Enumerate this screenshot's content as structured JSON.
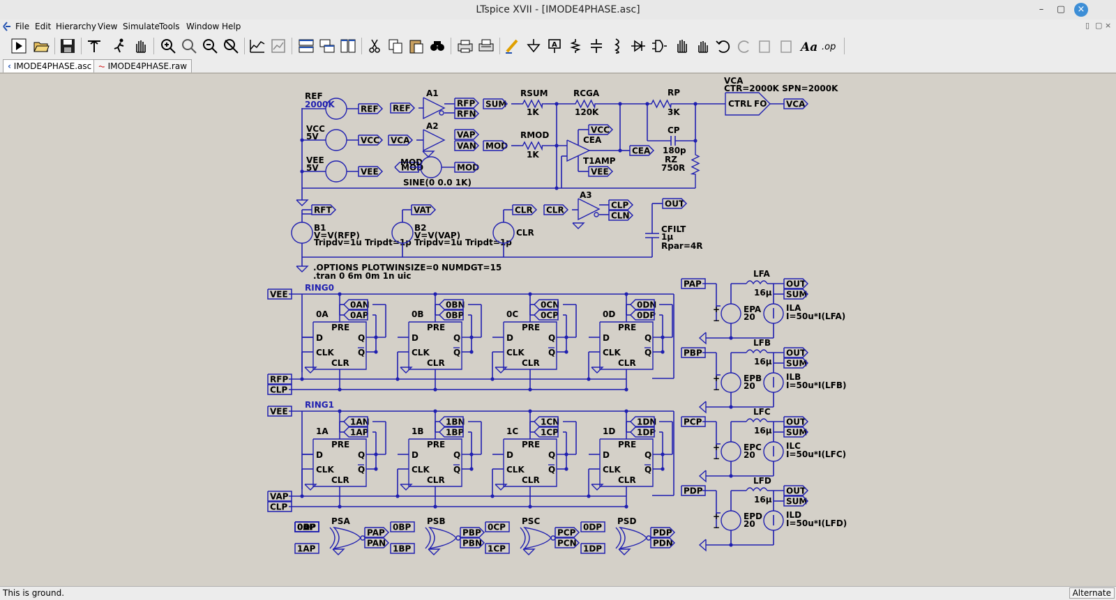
{
  "window": {
    "title": "LTspice XVII - [IMODE4PHASE.asc]",
    "minimize": "–",
    "maximize": "▢",
    "close": "×"
  },
  "menu": {
    "items": [
      "File",
      "Edit",
      "Hierarchy",
      "View",
      "Simulate",
      "Tools",
      "Window",
      "Help"
    ],
    "mdi_buttons": [
      "▯",
      "▢",
      "×"
    ]
  },
  "toolbar": {
    "buttons": [
      "run-icon",
      "open-icon",
      "save-icon",
      "control-panel-icon",
      "run-walker-icon",
      "pan-icon",
      "zoom-in-icon",
      "zoom-fit-icon",
      "zoom-out-icon",
      "zoom-cancel-icon",
      "plot-icon",
      "plot-edit-icon",
      "tile-horizontal-icon",
      "cascade-icon",
      "tile-icon",
      "cut-icon",
      "copy-icon",
      "paste-icon",
      "find-icon",
      "print-icon",
      "print-setup-icon",
      "draw-wire-icon",
      "ground-icon",
      "label-net-icon",
      "resistor-icon",
      "capacitor-icon",
      "inductor-icon",
      "diode-icon",
      "component-icon",
      "move-icon",
      "drag-icon",
      "undo-icon",
      "redo-icon",
      "rotate-icon",
      "mirror-icon",
      "text-icon",
      "spice-directive-icon"
    ]
  },
  "tabs": [
    {
      "label": "IMODE4PHASE.asc",
      "active": true,
      "icon": "schematic-icon"
    },
    {
      "label": "IMODE4PHASE.raw",
      "active": false,
      "icon": "waveform-icon"
    }
  ],
  "status": {
    "message": "This is ground.",
    "mode": "Alternate"
  },
  "schematic": {
    "sources": {
      "ref_name": "REF",
      "ref_value": "2000K",
      "vcc_name": "VCC",
      "vcc_value": "5V",
      "vee_name": "VEE",
      "vee_value": "5V",
      "mod_name": "MOD",
      "mod_value": "SINE(0 0.0 1K)",
      "b1_name": "B1",
      "b1_expr": "V=V(RFP)",
      "b1_trip": "Tripdv=1u Tripdt=1p",
      "b2_name": "B2",
      "b2_expr": "V=V(VAP)",
      "b2_trip": "Tripdv=1u Tripdt=1p",
      "clr_name": "CLR"
    },
    "parts": {
      "a1": "A1",
      "a2": "A2",
      "a3": "A3",
      "rsum_name": "RSUM",
      "rsum_value": "1K",
      "rmod_name": "RMOD",
      "rmod_value": "1K",
      "rcga_name": "RCGA",
      "rcga_value": "120K",
      "rp_name": "RP",
      "rp_value": "3K",
      "cp_name": "CP",
      "cp_value": "180p",
      "rz_name": "RZ",
      "rz_value": "750R",
      "cea_name": "CEA",
      "t1amp": "T1AMP",
      "vca_name": "VCA",
      "vca_params": "CTR=2000K SPN=2000K",
      "vca_ctrl": "CTRL",
      "vca_fo": "FO",
      "cfilt_name": "CFILT",
      "cfilt_value": "1µ",
      "cfilt_rpar": "Rpar=4R"
    },
    "directives": {
      "options": ".OPTIONS PLOTWINSIZE=0 NUMDGT=15",
      "tran": ".tran 0 6m 0m 1n uic"
    },
    "ring_labels": [
      "RING0",
      "RING1"
    ],
    "ff_names": [
      [
        "0A",
        "0B",
        "0C",
        "0D"
      ],
      [
        "1A",
        "1B",
        "1C",
        "1D"
      ]
    ],
    "ff_pins": {
      "pre": "PRE",
      "d": "D",
      "q": "Q",
      "clk": "CLK",
      "qbar": "Q",
      "clr": "CLR"
    },
    "ring_out_labels": [
      [
        "0AN",
        "0AP",
        "0BN",
        "0BP",
        "0CN",
        "0CP",
        "0DN",
        "0DP"
      ],
      [
        "1AN",
        "1AP",
        "1BN",
        "1BP",
        "1CN",
        "1CP",
        "1DN",
        "1DP"
      ]
    ],
    "ring_in_labels": [
      [
        "VEE",
        "RFP",
        "CLP"
      ],
      [
        "VEE",
        "VAP",
        "CLP"
      ]
    ],
    "xor": [
      {
        "name": "PSA",
        "in1": "0AP",
        "in2": "1AP",
        "out1": "PAP",
        "out2": "PAN"
      },
      {
        "name": "PSB",
        "in1": "0BP",
        "in2": "1BP",
        "out1": "PBP",
        "out2": "PBN"
      },
      {
        "name": "PSC",
        "in1": "0CP",
        "in2": "1CP",
        "out1": "PCP",
        "out2": "PCN"
      },
      {
        "name": "PSD",
        "in1": "0DP",
        "in2": "1DP",
        "out1": "PDP",
        "out2": "PDN"
      }
    ],
    "phases": [
      {
        "in": "PAP",
        "l": "LFA",
        "lv": "16µ",
        "e": "EPA",
        "ev": "20",
        "i": "ILA",
        "iv": "I=50u*I(LFA)"
      },
      {
        "in": "PBP",
        "l": "LFB",
        "lv": "16µ",
        "e": "EPB",
        "ev": "20",
        "i": "ILB",
        "iv": "I=50u*I(LFB)"
      },
      {
        "in": "PCP",
        "l": "LFC",
        "lv": "16µ",
        "e": "EPC",
        "ev": "20",
        "i": "ILC",
        "iv": "I=50u*I(LFC)"
      },
      {
        "in": "PDP",
        "l": "LFD",
        "lv": "16µ",
        "e": "EPD",
        "ev": "20",
        "i": "ILD",
        "iv": "I=50u*I(LFD)"
      }
    ],
    "net_labels": {
      "ref": "REF",
      "vcc": "VCC",
      "vee": "VEE",
      "vca": "VCA",
      "mod": "MOD",
      "sum": "SUM",
      "rfp": "RFP",
      "rfn": "RFN",
      "vap": "VAP",
      "van": "VAN",
      "cea": "CEA",
      "vcc2": "VCC",
      "vee2": "VEE",
      "vca_out": "VCA",
      "rft": "RFT",
      "vat": "VAT",
      "clr": "CLR",
      "clr_in": "CLR",
      "clp": "CLP",
      "cln": "CLN",
      "out": "OUT",
      "sum_o": "SUM"
    },
    "plus_sign": "+",
    "minus_sign": "−"
  }
}
